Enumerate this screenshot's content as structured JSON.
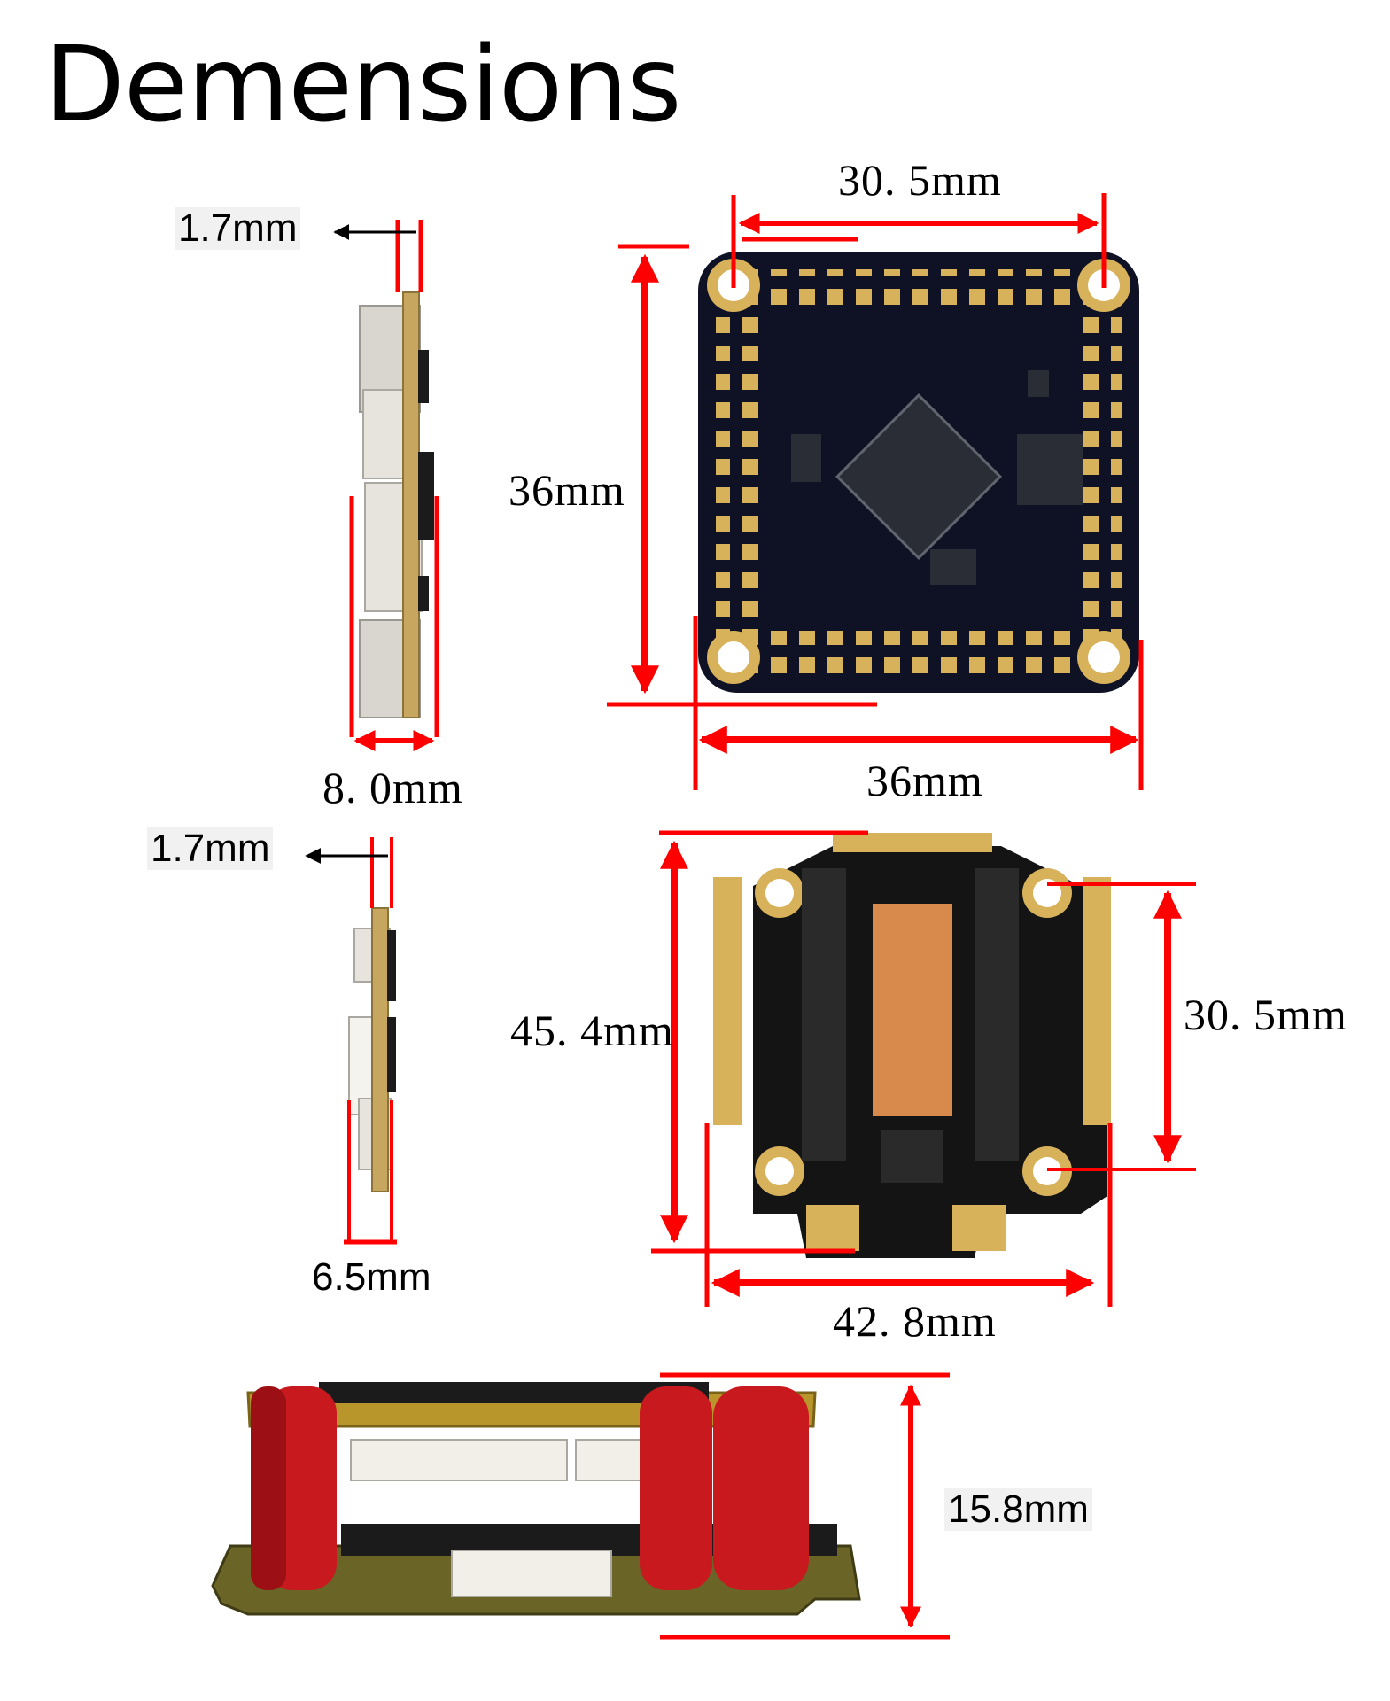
{
  "title": "Demensions",
  "dimensions": {
    "fc_side_thickness": "1.7mm",
    "fc_mount_spacing": "30. 5mm",
    "fc_height": "36mm",
    "fc_side_width": "8. 0mm",
    "fc_width": "36mm",
    "esc_side_thickness": "1.7mm",
    "esc_height": "45. 4mm",
    "esc_mount_spacing": "30. 5mm",
    "esc_side_width": "6.5mm",
    "esc_width": "42. 8mm",
    "stack_height": "15.8mm"
  },
  "colors": {
    "dimension_line": "#ff0000",
    "pcb": "#0e1224",
    "pad": "#d8b25a",
    "standoff": "#c8191e"
  }
}
